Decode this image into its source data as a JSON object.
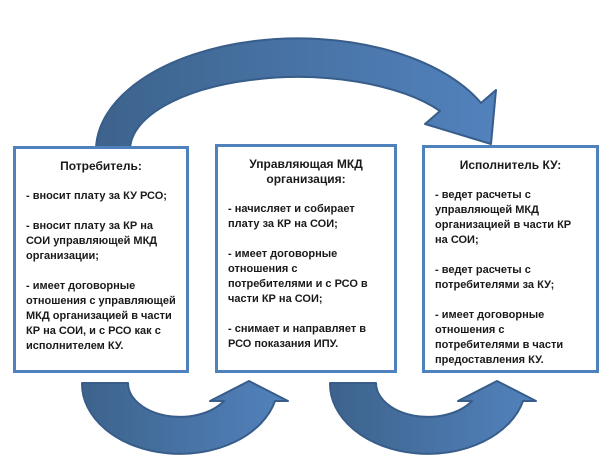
{
  "diagram": {
    "background": "#ffffff",
    "boxes": [
      {
        "id": "consumer",
        "title": "Потребитель:",
        "items": [
          "- вносит плату за КУ РСО;",
          "- вносит плату за КР на СОИ управляющей МКД организации;",
          "- имеет договорные отношения  с управляющей МКД организацией в части КР на СОИ, и с РСО как с исполнителем КУ."
        ]
      },
      {
        "id": "management",
        "title": "Управляющая МКД организация:",
        "items": [
          "- начисляет и собирает плату за КР на СОИ;",
          "- имеет договорные отношения с потребителями и с РСО в части КР на СОИ;",
          "- снимает и направляет в РСО показания ИПУ."
        ]
      },
      {
        "id": "executor",
        "title": "Исполнитель КУ:",
        "items": [
          "- ведет расчеты с управляющей МКД организацией в части КР на СОИ;",
          "- ведет расчеты с потребителями за КУ;",
          "- имеет договорные отношения с потребителями в части предоставления КУ."
        ]
      }
    ],
    "arrows": [
      {
        "id": "top-arc",
        "from": "Потребитель",
        "to": "Исполнитель КУ",
        "shape": "arc-over-top"
      },
      {
        "id": "bottom-left",
        "from": "Потребитель",
        "to": "Управляющая МКД организация",
        "shape": "u-curve-up"
      },
      {
        "id": "bottom-right",
        "from": "Управляющая МКД организация",
        "to": "Исполнитель КУ",
        "shape": "u-curve-up"
      }
    ],
    "colors": {
      "box_border": "#4f81bd",
      "arrow_fill_start": "#3d638c",
      "arrow_fill_end": "#5282bd",
      "arrow_stroke": "#385d8a",
      "text": "#1a1a1a"
    }
  }
}
